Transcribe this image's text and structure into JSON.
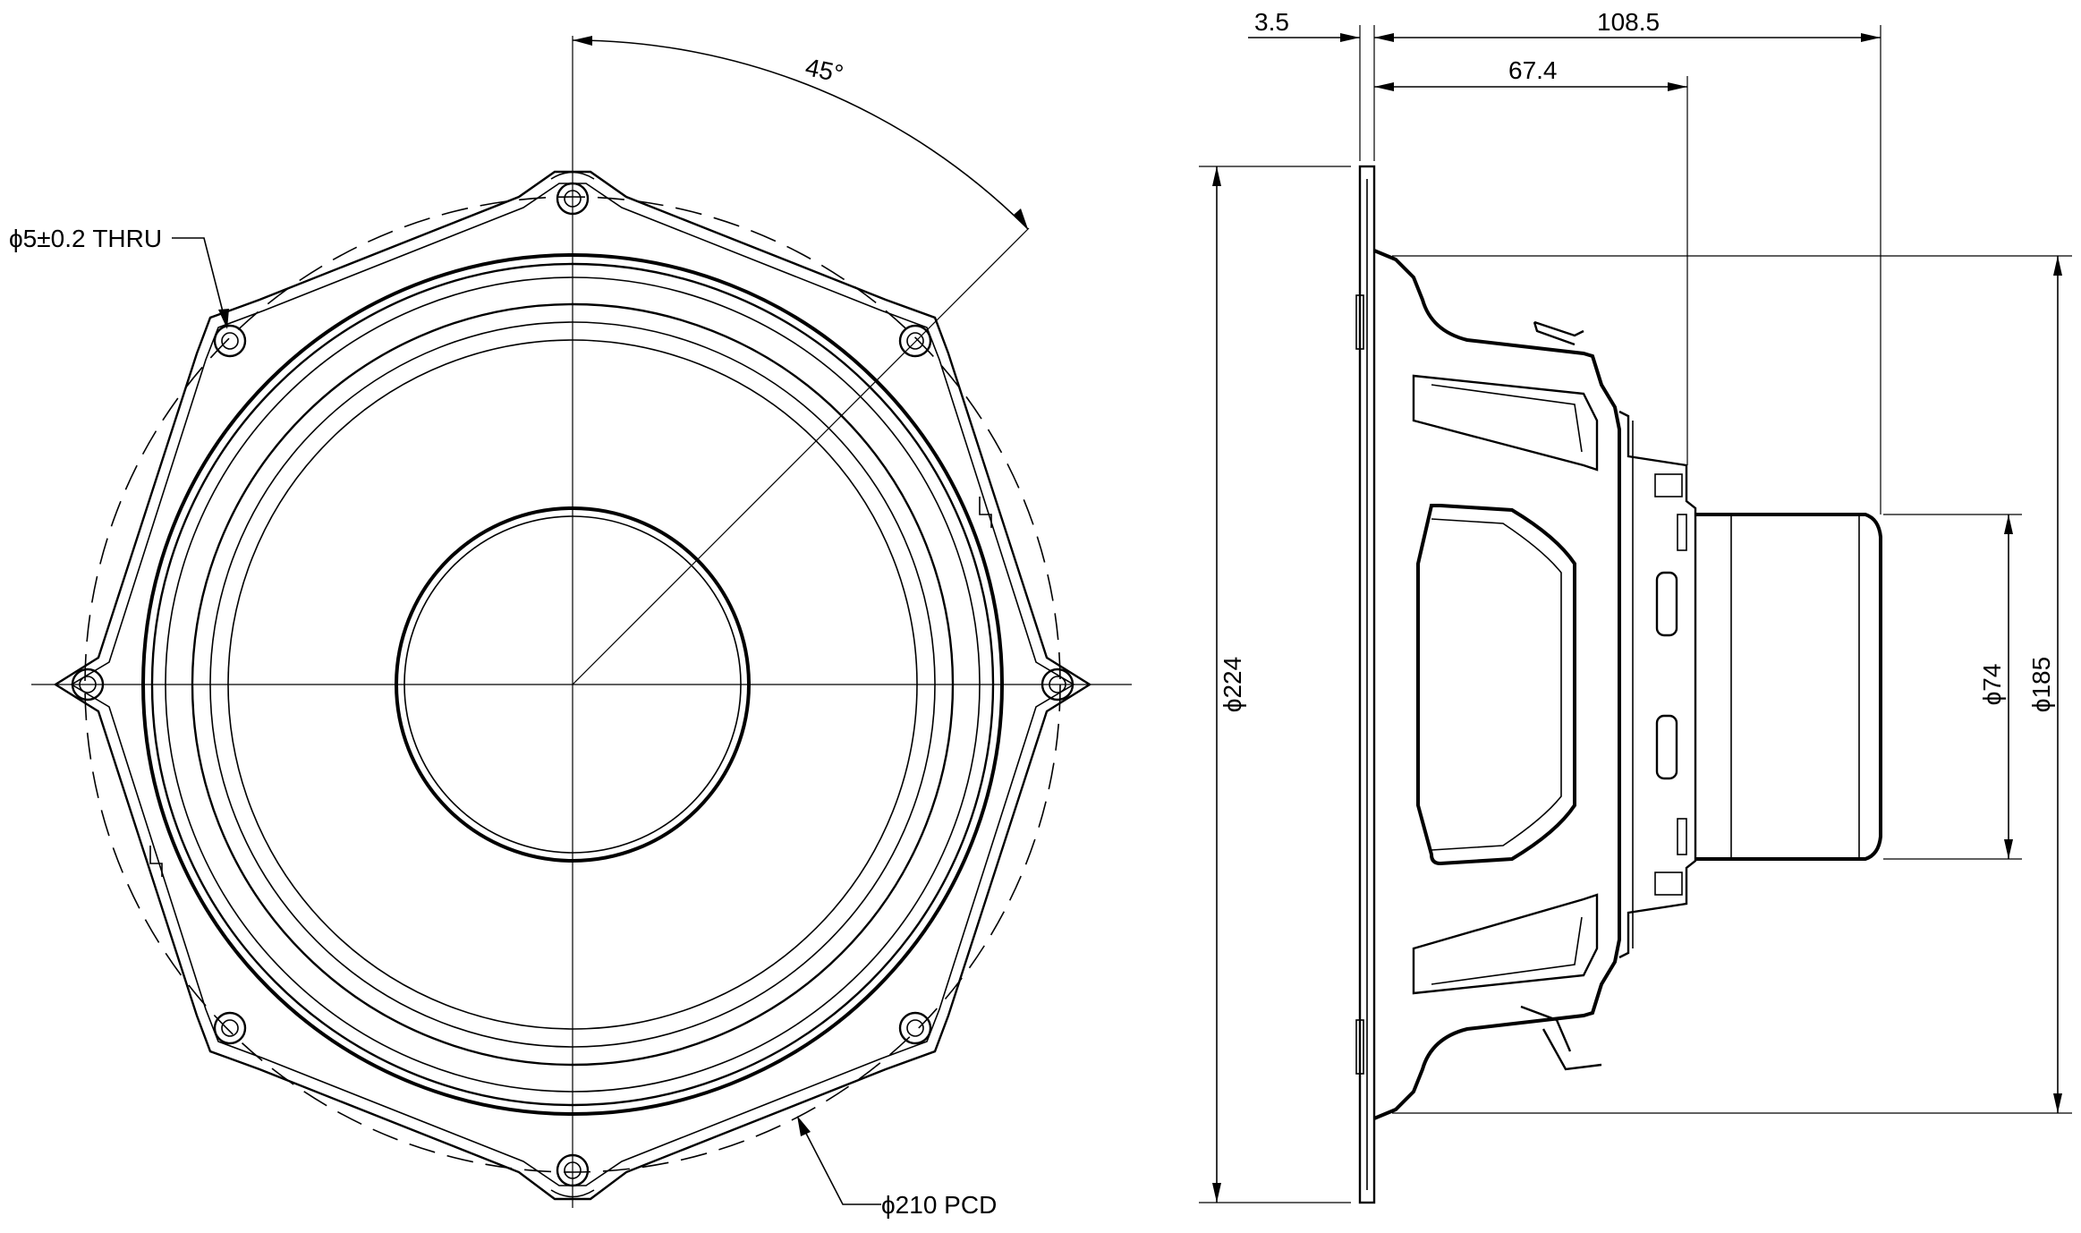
{
  "front_view": {
    "angle_label": "45°",
    "hole_label": "ϕ5±0.2 THRU",
    "pcd_label": "ϕ210 PCD"
  },
  "side_view": {
    "dim_flange_thickness": "3.5",
    "dim_total_depth": "108.5",
    "dim_frame_depth": "67.4",
    "dim_outer_diameter": "ϕ224",
    "dim_magnet_diameter": "ϕ74",
    "dim_frame_diameter": "ϕ185"
  }
}
